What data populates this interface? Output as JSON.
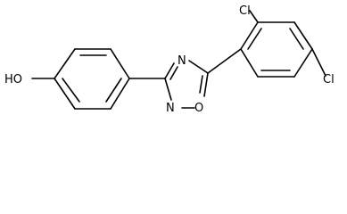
{
  "molecule": {
    "atoms": {
      "hydroxyl": "HO",
      "ring_nitrogen_top": "N",
      "ring_nitrogen_bottom": "N",
      "ring_oxygen": "O",
      "chlorine_top": "Cl",
      "chlorine_right": "Cl"
    }
  },
  "colors": {
    "bond": "#000000",
    "label": "#000000",
    "background": "#ffffff"
  }
}
